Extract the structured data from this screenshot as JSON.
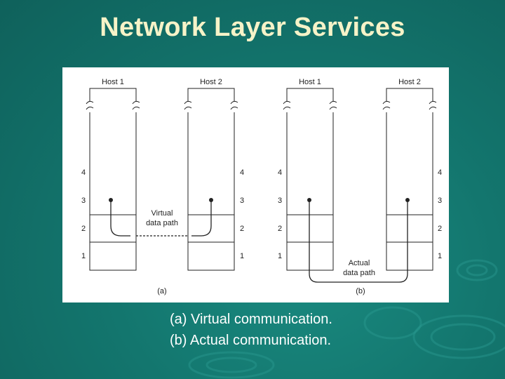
{
  "slide": {
    "title": "Network Layer Services",
    "caption": [
      "(a) Virtual communication.",
      "(b) Actual communication."
    ]
  },
  "colors": {
    "title": "#f6f3c8",
    "background": "#13766e",
    "figure_bg": "#ffffff",
    "caption": "#ffffff"
  },
  "figure": {
    "a": {
      "host_left": "Host 1",
      "host_right": "Host 2",
      "path_label_line1": "Virtual",
      "path_label_line2": "data path",
      "panel_label": "(a)",
      "layers_left": [
        "4",
        "3",
        "2",
        "1"
      ],
      "layers_right": [
        "4",
        "3",
        "2",
        "1"
      ]
    },
    "b": {
      "host_left": "Host 1",
      "host_right": "Host 2",
      "path_label_line1": "Actual",
      "path_label_line2": "data path",
      "panel_label": "(b)",
      "layers_left": [
        "4",
        "3",
        "2",
        "1"
      ],
      "layers_right": [
        "4",
        "3",
        "2",
        "1"
      ]
    }
  }
}
